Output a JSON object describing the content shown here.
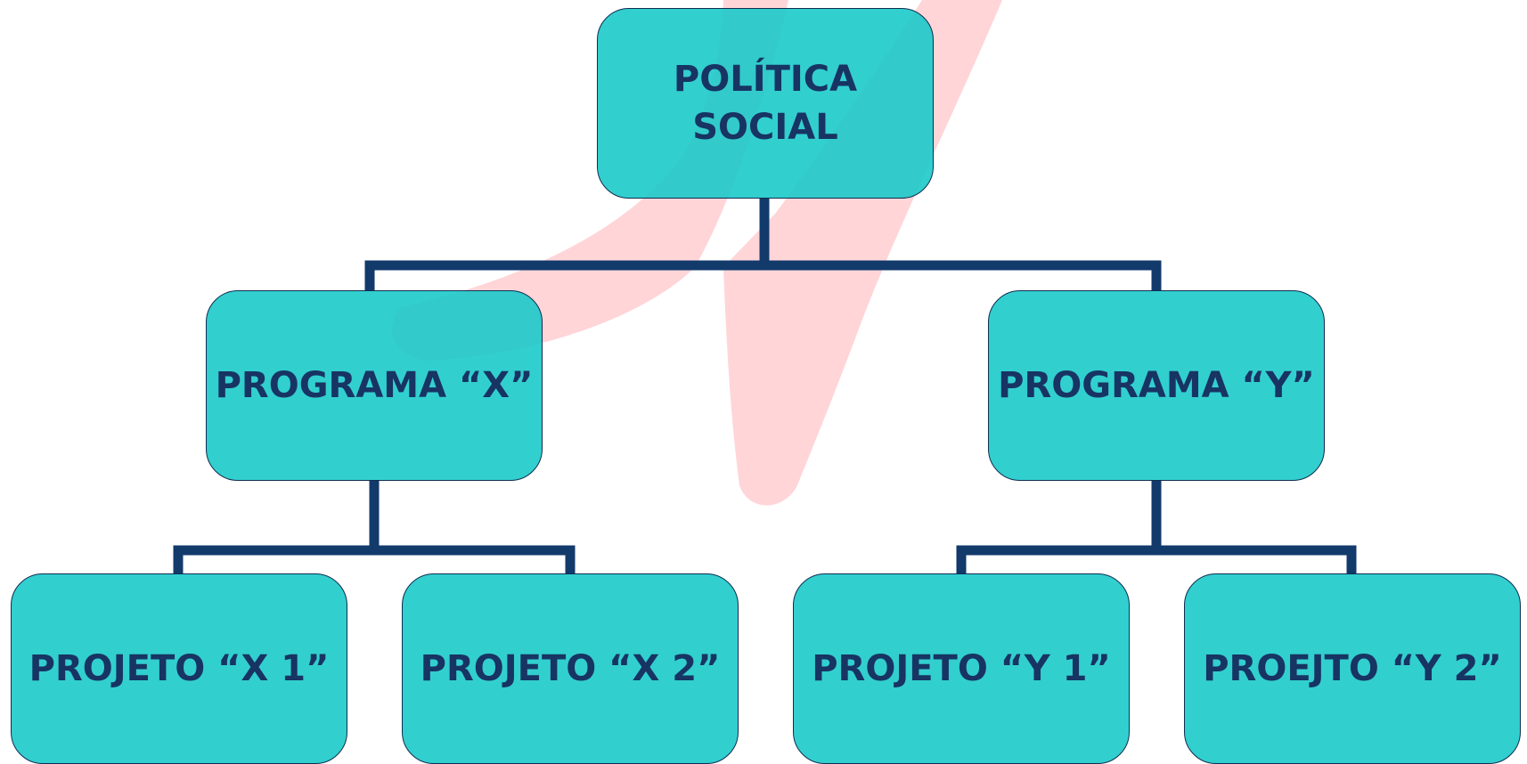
{
  "colors": {
    "node_fill": "#14c8c8",
    "node_text": "#173463",
    "connector": "#123a6b",
    "watermark": "#ffd5d8"
  },
  "nodes": {
    "root": "POLÍTICA\nSOCIAL",
    "programa_x": "PROGRAMA “X”",
    "programa_y": "PROGRAMA “Y”",
    "projeto_x1": "PROJETO “X 1”",
    "projeto_x2": "PROJETO “X 2”",
    "projeto_y1": "PROJETO “Y 1”",
    "projeto_y2": "PROEJTO “Y 2”"
  },
  "edges": [
    [
      "root",
      "programa_x"
    ],
    [
      "root",
      "programa_y"
    ],
    [
      "programa_x",
      "projeto_x1"
    ],
    [
      "programa_x",
      "projeto_x2"
    ],
    [
      "programa_y",
      "projeto_y1"
    ],
    [
      "programa_y",
      "projeto_y2"
    ]
  ]
}
